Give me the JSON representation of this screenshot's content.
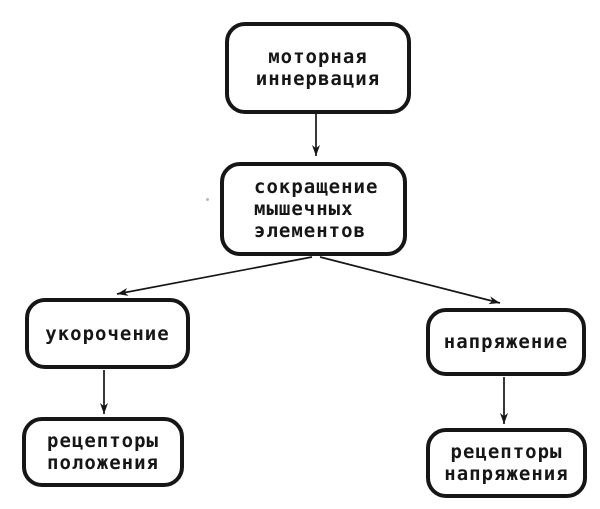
{
  "diagram_type": "flowchart",
  "colors": {
    "background": "#ffffff",
    "ink": "#161616"
  },
  "nodes": {
    "motor_innervation": {
      "lines": [
        "моторная",
        "иннервация"
      ]
    },
    "muscle_contraction": {
      "lines": [
        "сокращение",
        "мышечных",
        "элементов"
      ]
    },
    "shortening": {
      "lines": [
        "укорочение"
      ]
    },
    "tension": {
      "lines": [
        "напряжение"
      ]
    },
    "position_receptors": {
      "lines": [
        "рецепторы",
        "положения"
      ]
    },
    "tension_receptors": {
      "lines": [
        "рецепторы",
        "напряжения"
      ]
    }
  },
  "edges": [
    {
      "from": "motor_innervation",
      "to": "muscle_contraction"
    },
    {
      "from": "muscle_contraction",
      "to": "shortening"
    },
    {
      "from": "muscle_contraction",
      "to": "tension"
    },
    {
      "from": "shortening",
      "to": "position_receptors"
    },
    {
      "from": "tension",
      "to": "tension_receptors"
    }
  ]
}
